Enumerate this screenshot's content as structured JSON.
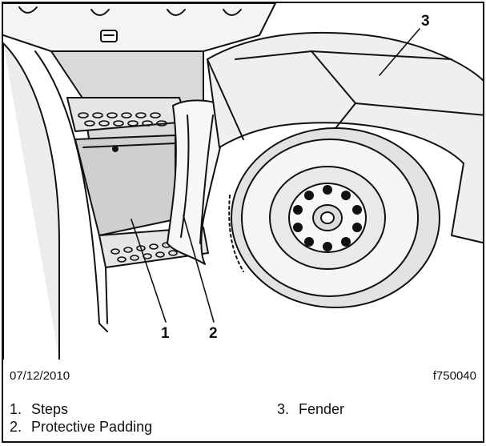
{
  "callouts": {
    "c1": "1",
    "c2": "2",
    "c3": "3"
  },
  "footer": {
    "date": "07/12/2010",
    "figure_id": "f750040"
  },
  "legend": [
    {
      "num": "1.",
      "label": "Steps"
    },
    {
      "num": "2.",
      "label": "Protective Padding"
    },
    {
      "num": "3.",
      "label": "Fender"
    }
  ]
}
